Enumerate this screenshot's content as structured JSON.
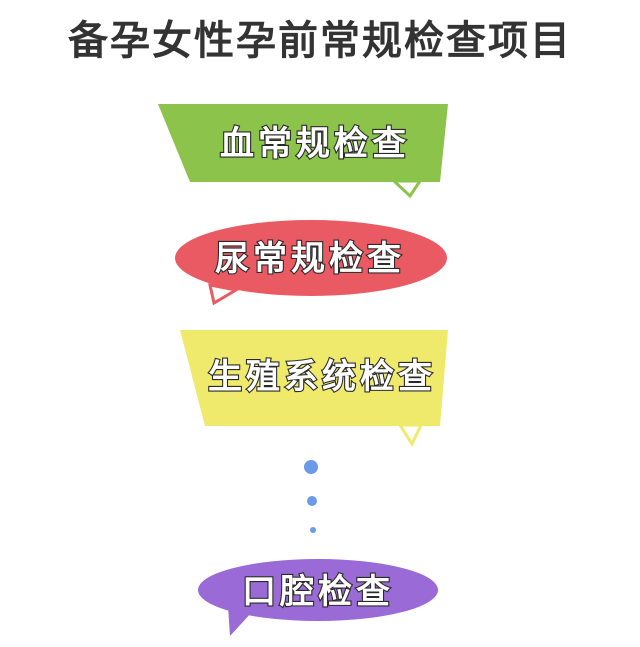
{
  "title": "备孕女性孕前常规检查项目",
  "items": [
    {
      "label": "血常规检查",
      "color": "#8cc34b",
      "shape": "banner"
    },
    {
      "label": "尿常规检查",
      "color": "#ea5a63",
      "shape": "ellipse"
    },
    {
      "label": "生殖系统检查",
      "color": "#f0ea6c",
      "shape": "banner"
    },
    {
      "label": "口腔检查",
      "color": "#9a6ad6",
      "shape": "ellipse"
    }
  ],
  "dots_color": "#6b9be8"
}
